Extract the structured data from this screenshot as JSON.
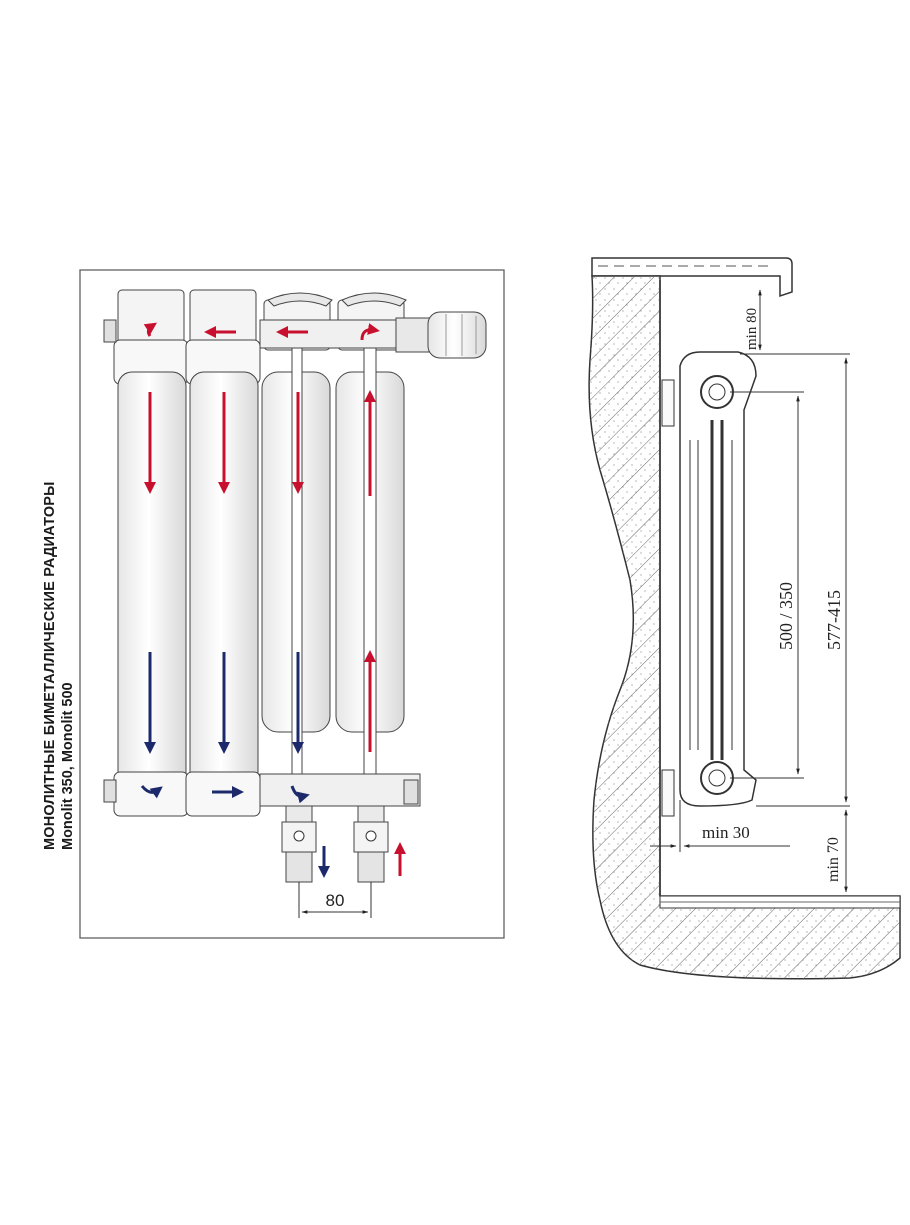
{
  "left_panel": {
    "title_line1": "МОНОЛИТНЫЕ БИМЕТАЛЛИЧЕСКИЕ РАДИАТОРЫ",
    "title_line2": "Monolit 350,  Monolit 500",
    "pipe_spacing_label": "80"
  },
  "right_panel": {
    "dim_top_clearance": "min  80",
    "dim_center_distance": "500 / 350",
    "dim_total_height": "577-415",
    "dim_wall_gap": "min 30",
    "dim_floor_clearance": "min 70"
  },
  "colors": {
    "supply_flow": "#c8102e",
    "return_flow": "#1c2a6b",
    "line": "#333333",
    "hatch": "#555555"
  }
}
